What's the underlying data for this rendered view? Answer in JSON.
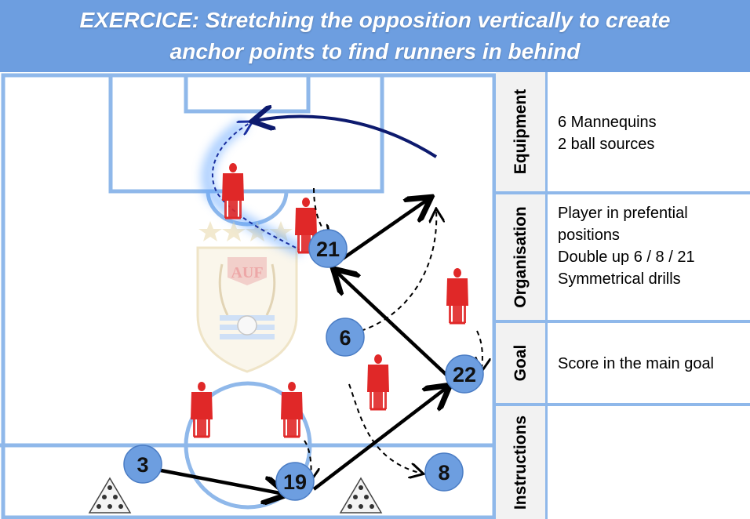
{
  "title": {
    "line1": "EXERCICE: Stretching the opposition vertically to create",
    "line2": "anchor points to find runners in behind"
  },
  "crest": {
    "letters": "AUF"
  },
  "players": [
    {
      "id": "p21",
      "number": "21"
    },
    {
      "id": "p6",
      "number": "6"
    },
    {
      "id": "p22",
      "number": "22"
    },
    {
      "id": "p3",
      "number": "3"
    },
    {
      "id": "p19",
      "number": "19"
    },
    {
      "id": "p8",
      "number": "8"
    }
  ],
  "panel": {
    "equipment": {
      "label": "Equipment",
      "lines": [
        "6 Mannequins",
        "2 ball sources"
      ]
    },
    "organisation": {
      "label": "Organisation",
      "lines": [
        "Player in prefential",
        "positions",
        "Double up 6 / 8 / 21",
        "Symmetrical drills"
      ]
    },
    "goal": {
      "label": "Goal",
      "lines": [
        "Score in the main goal"
      ]
    },
    "instructions": {
      "label": "Instructions",
      "lines": []
    }
  },
  "colors": {
    "header": "#6d9ee0",
    "pitch_lines": "#8fb8ea",
    "player_fill": "#6d9ee0",
    "mannequin": "#e02828",
    "curved_arrow": "#0d1a6e"
  }
}
